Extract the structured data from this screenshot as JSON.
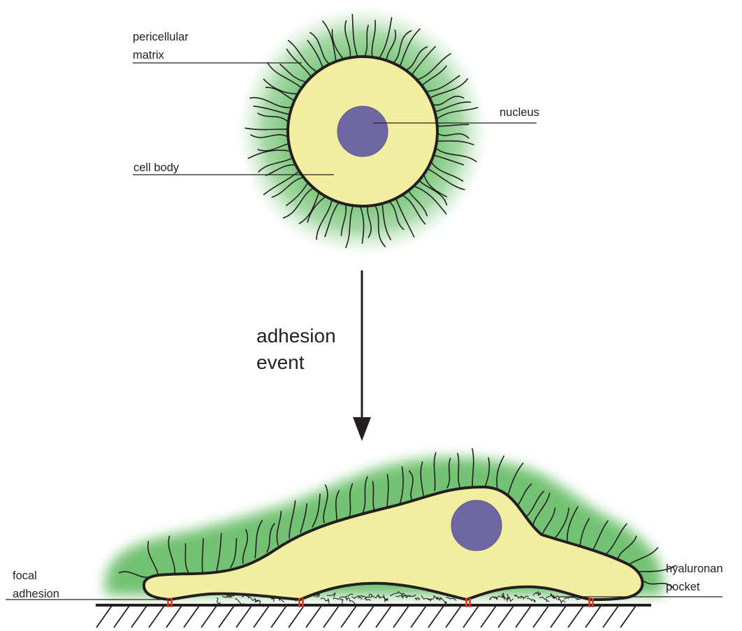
{
  "labels": {
    "pericellular_matrix": [
      "pericellular",
      "matrix"
    ],
    "nucleus": "nucleus",
    "cell_body": "cell body",
    "adhesion_event": [
      "adhesion",
      "event"
    ],
    "focal_adhesion": [
      "focal",
      "adhesion"
    ],
    "hyaluronan_pocket": [
      "hyaluronan",
      "pocket"
    ]
  },
  "colors": {
    "matrix_green": "#6cbf6c",
    "cell_body": "#f1eea0",
    "nucleus": "#6f67a3",
    "outline": "#231f20",
    "focal_adhesion_marker": "#e8341c"
  },
  "icons": {
    "arrow": "down-arrow-icon",
    "substrate": "hatched-substrate-icon"
  }
}
